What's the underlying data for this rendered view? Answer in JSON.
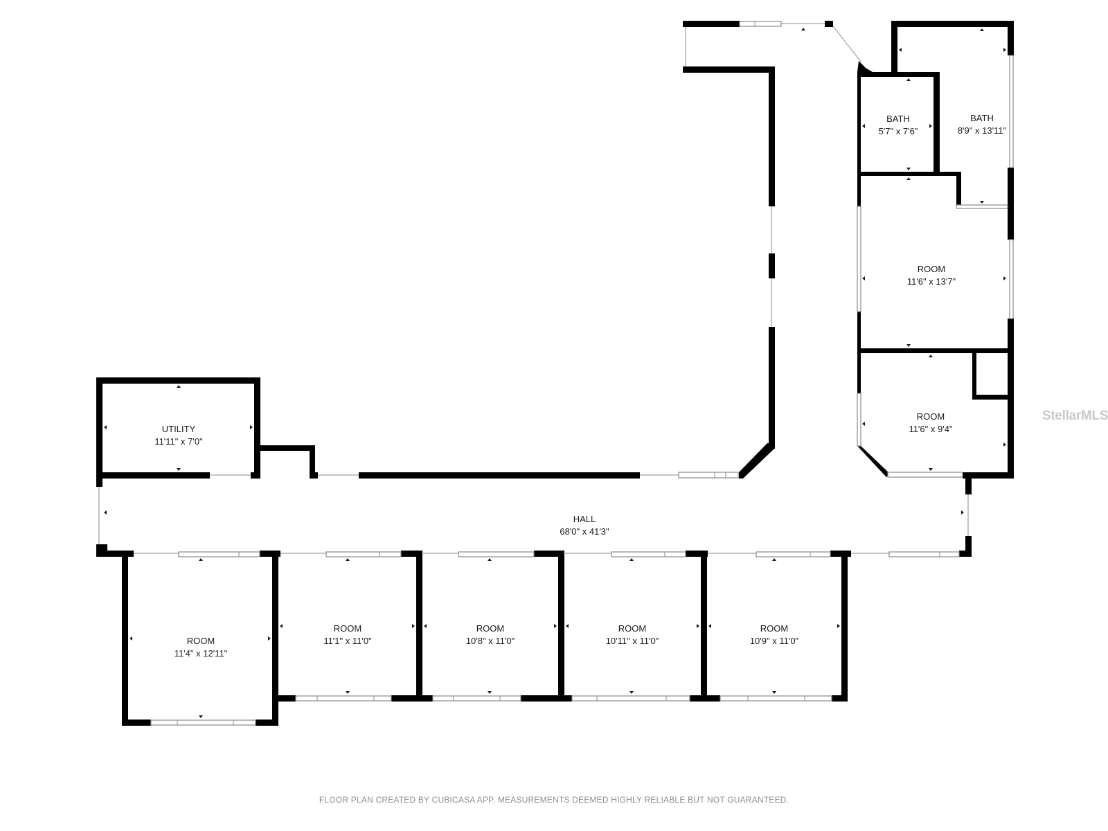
{
  "rooms": {
    "utility": {
      "name": "UTILITY",
      "dims": "11'11\" x 7'0\""
    },
    "bath_small": {
      "name": "BATH",
      "dims": "5'7\" x 7'6\""
    },
    "bath_large": {
      "name": "BATH",
      "dims": "8'9\" x 13'11\""
    },
    "room_upper_right": {
      "name": "ROOM",
      "dims": "11'6\" x 13'7\""
    },
    "room_lower_right": {
      "name": "ROOM",
      "dims": "11'6\" x 9'4\""
    },
    "hall": {
      "name": "HALL",
      "dims": "68'0\" x 41'3\""
    },
    "room_bottom_1": {
      "name": "ROOM",
      "dims": "11'4\" x 12'11\""
    },
    "room_bottom_2": {
      "name": "ROOM",
      "dims": "11'1\" x 11'0\""
    },
    "room_bottom_3": {
      "name": "ROOM",
      "dims": "10'8\" x 11'0\""
    },
    "room_bottom_4": {
      "name": "ROOM",
      "dims": "10'11\" x 11'0\""
    },
    "room_bottom_5": {
      "name": "ROOM",
      "dims": "10'9\" x 11'0\""
    }
  },
  "footer": {
    "text": "FLOOR PLAN CREATED BY CUBICASA APP. MEASUREMENTS DEEMED HIGHLY RELIABLE BUT NOT GUARANTEED."
  },
  "watermark": {
    "text": "StellarMLS"
  },
  "colors": {
    "wall": "#000000",
    "window": "#8a8a8a",
    "background": "#ffffff",
    "footer_text": "#8f8f8f",
    "watermark": "#c9c9c9"
  }
}
